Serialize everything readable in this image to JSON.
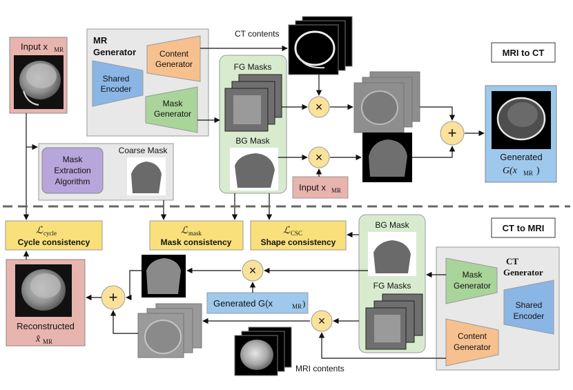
{
  "top": {
    "section_title": "MRI to CT",
    "input_label": "Input x",
    "input_sub": "MR",
    "generator": {
      "title_line1": "MR",
      "title_line2": "Generator"
    },
    "content_generator": [
      "Content",
      "Generator"
    ],
    "shared_encoder": [
      "Shared",
      "Encoder"
    ],
    "mask_generator": [
      "Mask",
      "Generator"
    ],
    "ct_contents": "CT contents",
    "fg_masks": "FG Masks",
    "bg_mask": "BG Mask",
    "mask_extraction": [
      "Mask",
      "Extraction",
      "Algorithm"
    ],
    "coarse_mask": "Coarse Mask",
    "input_small_label": "Input x",
    "input_small_sub": "MR",
    "generated_label": "Generated",
    "generated_formula": "G(x",
    "generated_formula_sub": "MR",
    "generated_formula_end": ")"
  },
  "losses": {
    "cycle_symbol": "ℒ",
    "cycle_sub": "cycle",
    "cycle_label": "Cycle consistency",
    "mask_symbol": "ℒ",
    "mask_sub": "mask",
    "mask_label": "Mask consistency",
    "shape_symbol": "ℒ",
    "shape_sub": "CSC",
    "shape_label": "Shape consistency"
  },
  "bottom": {
    "section_title": "CT to MRI",
    "generator": {
      "title_line1": "CT",
      "title_line2": "Generator"
    },
    "mask_generator": [
      "Mask",
      "Generator"
    ],
    "shared_encoder": [
      "Shared",
      "Encoder"
    ],
    "content_generator": [
      "Content",
      "Generator"
    ],
    "bg_mask": "BG Mask",
    "fg_masks": "FG Masks",
    "mri_contents": "MRI contents",
    "generated_input_label": "Generated G(x",
    "generated_input_sub": "MR",
    "generated_input_end": ")",
    "reconstructed_label": "Reconstructed",
    "reconstructed_symbol": "x̂",
    "reconstructed_sub": "MR"
  },
  "operators": {
    "multiply": "×",
    "add": "+"
  },
  "colors": {
    "input_pink": "#e8b4ae",
    "generator_gray": "#e8e8e8",
    "content_orange": "#f7c08f",
    "encoder_blue": "#8ab6e6",
    "mask_green": "#a9d49a",
    "mask_panel_green": "#d8ebcf",
    "algorithm_purple": "#b7a6dc",
    "loss_yellow": "#f9e07a",
    "operator_yellow": "#fbe29a",
    "generated_blue": "#9ec8ec"
  }
}
